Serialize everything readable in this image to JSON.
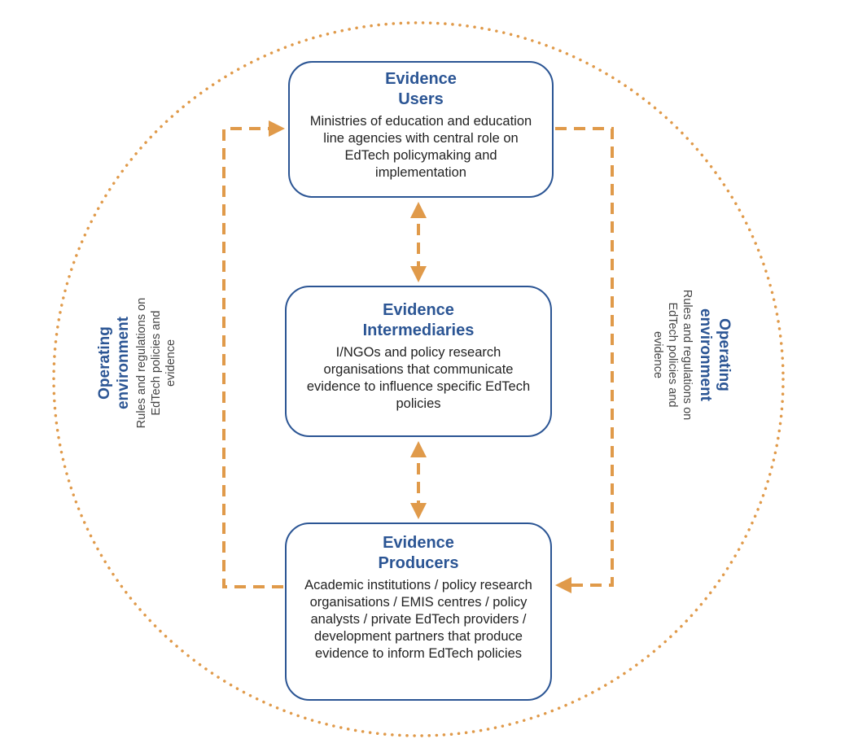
{
  "colors": {
    "box_border": "#2b5594",
    "title_text": "#2b5594",
    "arrow": "#e09a4a",
    "circle": "#e09a4a"
  },
  "boxes": {
    "users": {
      "title_line1": "Evidence",
      "title_line2": "Users",
      "description": "Ministries of education and education line agencies with central role on EdTech policymaking and implementation"
    },
    "intermediaries": {
      "title_line1": "Evidence",
      "title_line2": "Intermediaries",
      "description": "I/NGOs and policy research organisations that communicate evidence to influence specific EdTech policies"
    },
    "producers": {
      "title_line1": "Evidence",
      "title_line2": "Producers",
      "description": "Academic institutions / policy research organisations / EMIS centres / policy analysts / private EdTech providers / development partners that produce evidence to inform EdTech policies"
    }
  },
  "environment": {
    "left": {
      "title_line1": "Operating",
      "title_line2": "environment",
      "desc_line1": "Rules and regulations on",
      "desc_line2": "EdTech policies and",
      "desc_line3": "evidence"
    },
    "right": {
      "title_line1": "Operating",
      "title_line2": "environment",
      "desc_line1": "Rules and regulations on",
      "desc_line2": "EdTech policies and",
      "desc_line3": "evidence"
    }
  }
}
